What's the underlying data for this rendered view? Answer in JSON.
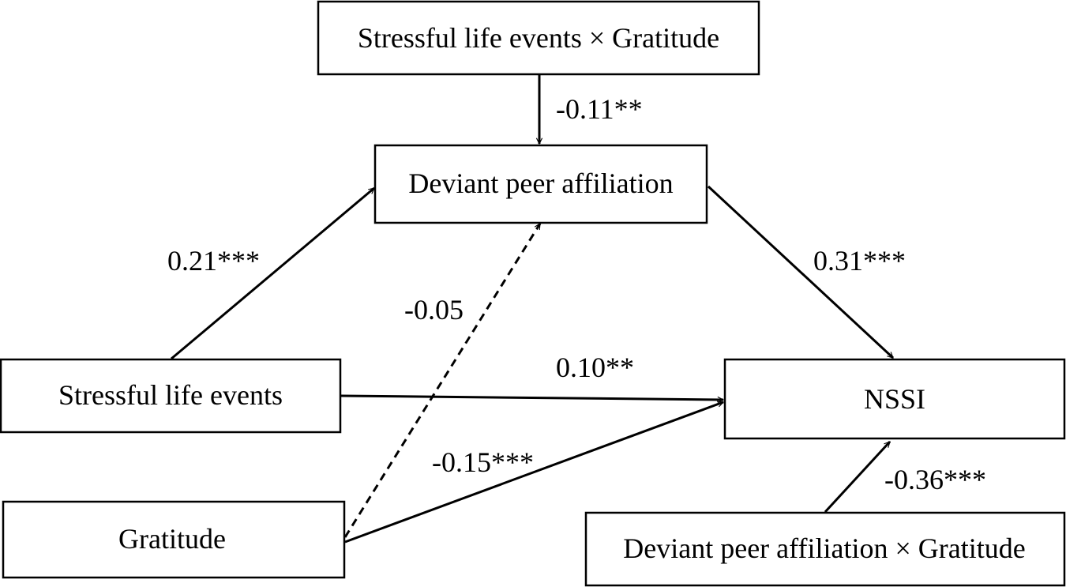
{
  "nodes": {
    "interaction_sle_gratitude": "Stressful life events × Gratitude",
    "deviant_peer_affiliation": "Deviant peer affiliation",
    "stressful_life_events": "Stressful life events",
    "nssi": "NSSI",
    "gratitude": "Gratitude",
    "interaction_dpa_gratitude": "Deviant peer affiliation × Gratitude"
  },
  "paths": {
    "interaction_to_dpa": {
      "label": "-0.11**",
      "style": "solid"
    },
    "sle_to_dpa": {
      "label": "0.21***",
      "style": "solid"
    },
    "gratitude_to_dpa": {
      "label": "-0.05",
      "style": "dashed"
    },
    "dpa_to_nssi": {
      "label": "0.31***",
      "style": "solid"
    },
    "sle_to_nssi": {
      "label": "0.10**",
      "style": "solid"
    },
    "gratitude_to_nssi": {
      "label": "-0.15***",
      "style": "solid"
    },
    "interaction_to_nssi": {
      "label": "-0.36***",
      "style": "solid"
    }
  },
  "colors": {
    "stroke": "#000000",
    "background": "#ffffff"
  }
}
